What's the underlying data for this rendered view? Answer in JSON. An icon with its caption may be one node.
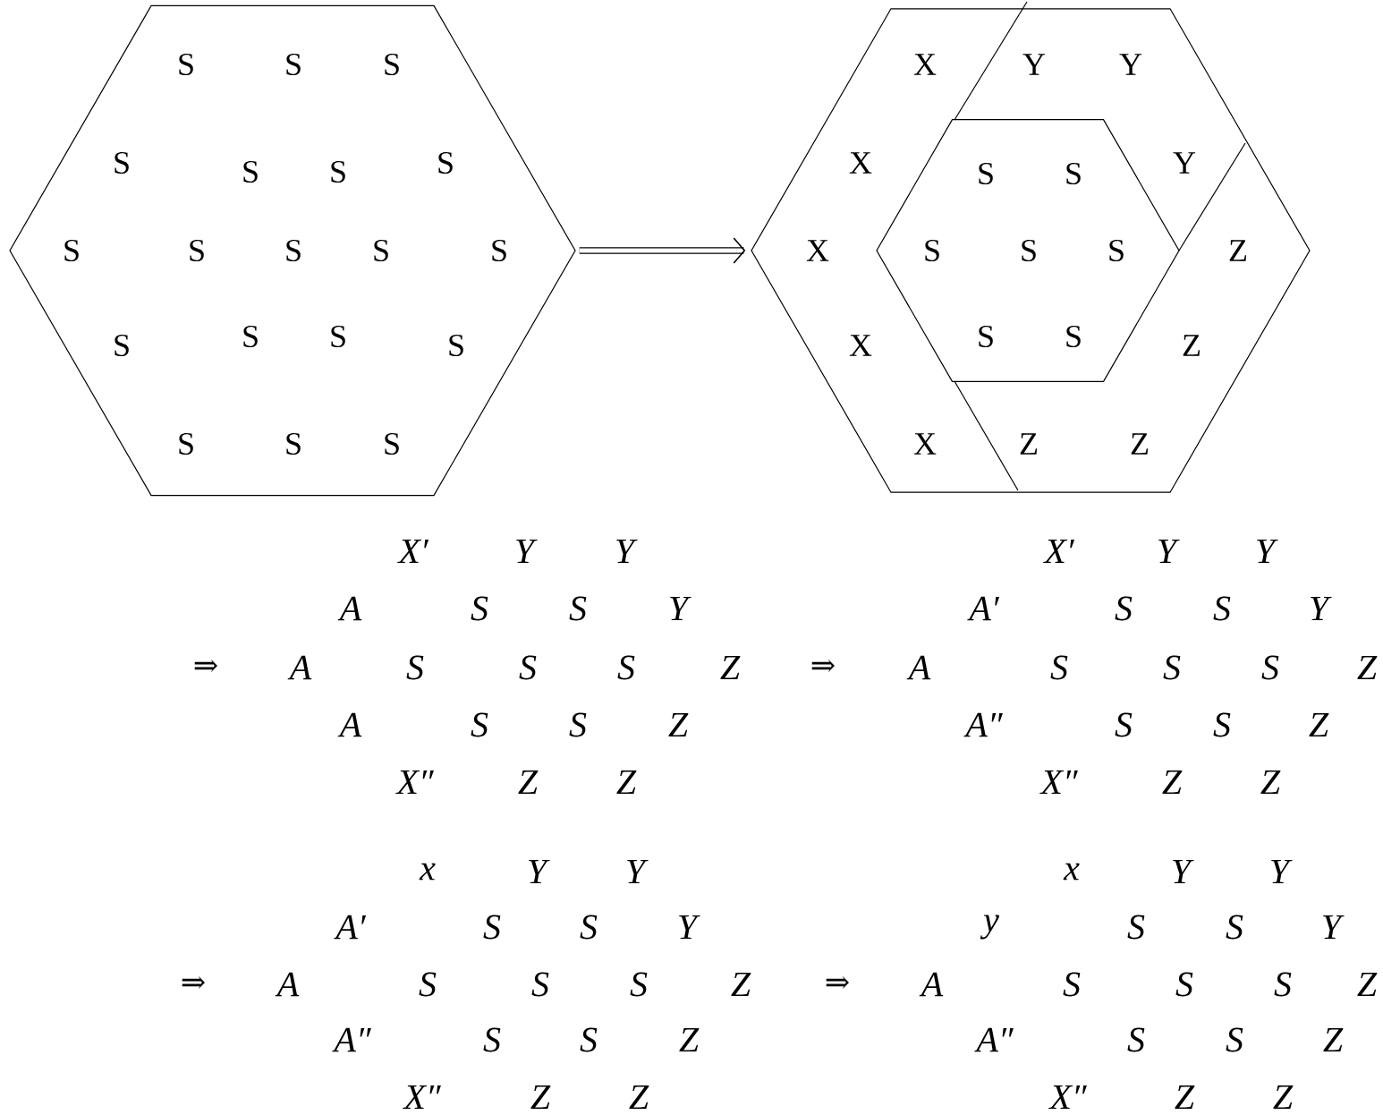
{
  "diagram": {
    "nodes": [
      {
        "text": [
          "S",
          "S",
          "S",
          "S",
          "S",
          "S",
          "S",
          "S",
          "S",
          "S",
          "S",
          "S",
          "S",
          "S",
          "S",
          "S",
          "S",
          "S",
          "S"
        ]
      },
      {
        "text": [
          "X",
          "Y",
          "Y",
          "X",
          "Y",
          "X",
          "Z",
          "X",
          "Z",
          "X",
          "Z",
          "Z"
        ]
      },
      {
        "text": [
          "S",
          "S",
          "S",
          "S",
          "S",
          "S",
          "S"
        ],
        "in": 1
      }
    ],
    "edges": [
      {
        "from": 0,
        "to": 1,
        "arrow": "to"
      }
    ],
    "labels": [
      "X′",
      "Y",
      "Y",
      "A",
      "S",
      "S",
      "Y",
      "⇒",
      "A",
      "S",
      "S",
      "S",
      "Z",
      "A",
      "S",
      "S",
      "Z",
      "X″",
      "Z",
      "Z",
      "X′",
      "Y",
      "Y",
      "A′",
      "S",
      "S",
      "Y",
      "⇒",
      "A",
      "S",
      "S",
      "S",
      "Z",
      "A″",
      "S",
      "S",
      "Z",
      "X″",
      "Z",
      "Z",
      "x",
      "Y",
      "Y",
      "A′",
      "S",
      "S",
      "Y",
      "⇒",
      "A",
      "S",
      "S",
      "S",
      "Z",
      "A″",
      "S",
      "S",
      "Z",
      "X″",
      "Z",
      "Z",
      "x",
      "Y",
      "Y",
      "y",
      "S",
      "S",
      "Y",
      "⇒",
      "A",
      "S",
      "S",
      "S",
      "Z",
      "A″",
      "S",
      "S",
      "Z",
      "X″",
      "Z",
      "Z"
    ]
  }
}
